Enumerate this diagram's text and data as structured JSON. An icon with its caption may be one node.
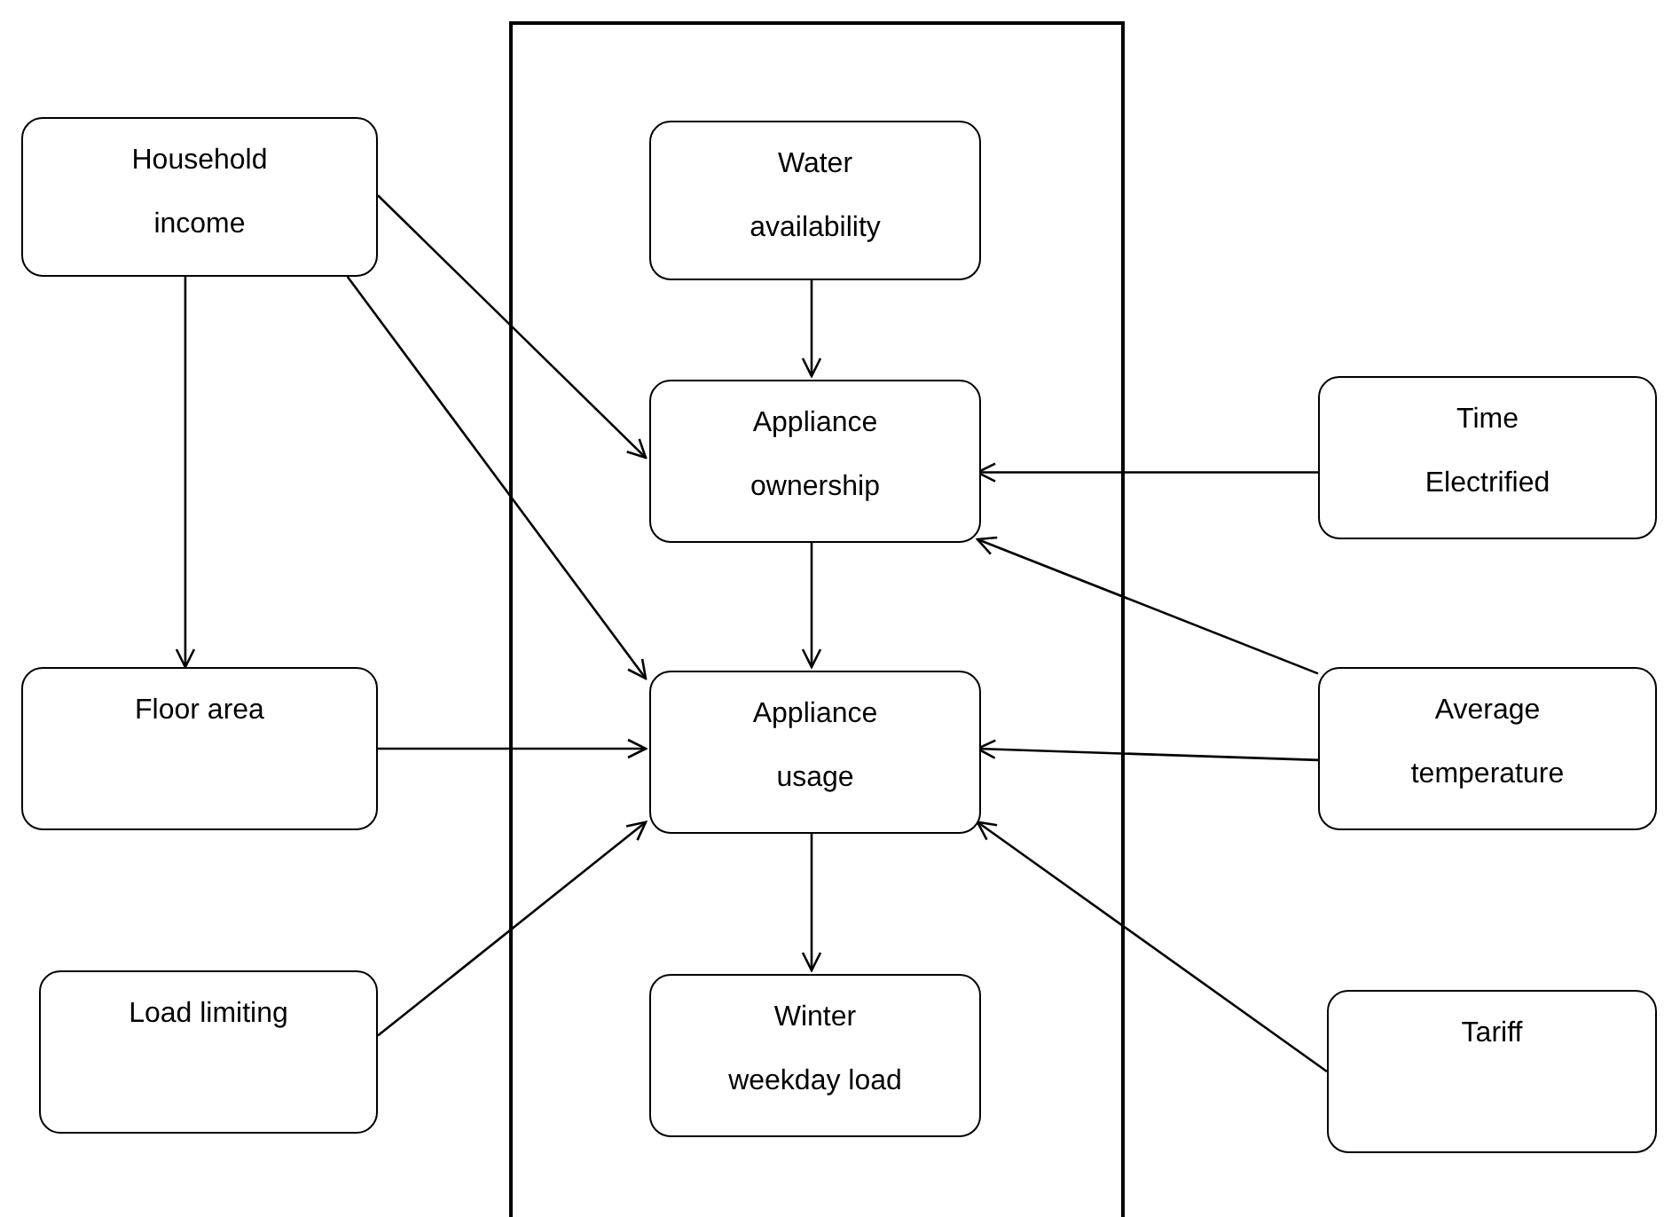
{
  "diagram": {
    "nodes": [
      {
        "text": [
          "Household income"
        ]
      },
      {
        "text": [],
        "shape": "box"
      },
      {
        "text": [
          "Water availability"
        ],
        "in": 1
      },
      {
        "text": [
          "Appliance ownership"
        ],
        "in": 1
      },
      {
        "text": [
          "Time Electrified"
        ]
      },
      {
        "text": [
          "Floor area"
        ]
      },
      {
        "text": [
          "Appliance usage"
        ],
        "in": 1
      },
      {
        "text": [
          "Average temperature"
        ]
      },
      {
        "text": [
          "Load limiting"
        ]
      },
      {
        "text": [
          "Winter weekday load"
        ],
        "in": 1
      },
      {
        "text": [
          "Tariff"
        ]
      }
    ],
    "edges": [
      {
        "from": 0,
        "to": 3,
        "arrow": "to"
      },
      {
        "from": 0,
        "to": 6,
        "arrow": "to"
      },
      {
        "from": 0,
        "to": 5,
        "arrow": "to"
      },
      {
        "from": 2,
        "to": 3,
        "arrow": "to"
      },
      {
        "from": 4,
        "to": 3,
        "arrow": "to"
      },
      {
        "from": 3,
        "to": 6,
        "arrow": "to"
      },
      {
        "from": 7,
        "to": 3,
        "arrow": "to"
      },
      {
        "from": 5,
        "to": 6,
        "arrow": "to"
      },
      {
        "from": 7,
        "to": 6,
        "arrow": "to"
      },
      {
        "from": 8,
        "to": 6,
        "arrow": "to"
      },
      {
        "from": 10,
        "to": 6,
        "arrow": "to"
      },
      {
        "from": 6,
        "to": 9,
        "arrow": "to"
      }
    ]
  }
}
